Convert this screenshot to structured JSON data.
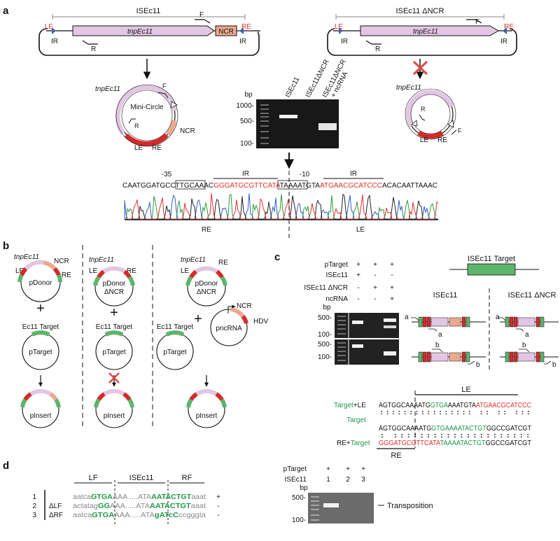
{
  "panels": {
    "a": "a",
    "b": "b",
    "c": "c",
    "d": "d"
  },
  "colors": {
    "transposase": "#e3c6e3",
    "ncr": "#eca98e",
    "end": "#d42a2a",
    "target": "#5bb56b",
    "ir_arrow": "#3f62a8"
  },
  "panel_a": {
    "isec11_title": "ISEc11",
    "dncr_title": "ISEc11 ΔNCR",
    "le": "LE",
    "re": "RE",
    "ir": "IR",
    "ncr": "NCR",
    "gene": "tnpEc11",
    "f": "F",
    "r": "R",
    "minicircle": "Mini-Circle",
    "gel_bp": "bp",
    "gel_ladder": [
      "1000-",
      "500-",
      "100-"
    ],
    "gel_lanes": [
      "ISEc11",
      "ISEc11ΔNCR",
      "ISEc11ΔNCR",
      "+ ncRNA"
    ],
    "box_35": "-35",
    "box_10": "-10",
    "seq": {
      "s1": "CAATGGATGC",
      "s2": "CTTGCA",
      "s3": "AAC",
      "s4": "GGGATGCGTTCATA",
      "s5": "TAAAAT",
      "s6": "GTA",
      "s7": "ATGAACGCATCCC",
      "s8": "ACACAATTAAAC"
    },
    "re_label": "RE",
    "le_label": "LE"
  },
  "panel_b": {
    "gene": "tnpEc11",
    "ncr": "NCR",
    "le": "LE",
    "re": "RE",
    "pdonor": "pDonor",
    "pdonor_dncr_1": "pDonor",
    "pdonor_dncr_2": "ΔNCR",
    "plus": "+",
    "ec11_target": "Ec11 Target",
    "ptarget": "pTarget",
    "pinsert": "pInsert",
    "pncrna": "pncRNA",
    "hdv": "HDV"
  },
  "panel_c": {
    "rows": [
      {
        "label": "pTarget",
        "marks": [
          "+",
          "+",
          "+"
        ]
      },
      {
        "label": "ISEc11",
        "marks": [
          "+",
          "-",
          "-"
        ]
      },
      {
        "label": "ISEc11 ΔNCR",
        "marks": [
          "-",
          "+",
          "+"
        ]
      },
      {
        "label": "ncRNA",
        "marks": [
          "-",
          "-",
          "+"
        ]
      }
    ],
    "bp": "bp",
    "ladder_top": [
      "500-",
      "100-"
    ],
    "ladder_bottom": [
      "500-",
      "100-"
    ],
    "target_box": "ISEc11 Target",
    "col_isec11": "ISEc11",
    "col_dncr": "ISEc11 ΔNCR",
    "a": "a",
    "b": "b",
    "le_header": "LE",
    "re_footer": "RE",
    "align": {
      "label1a": "Target",
      "label1b": "+LE",
      "l1_s1": "AGTGGCAAAATG",
      "l1_s2": "GTGA",
      "l1_s3": "AAATGTA",
      "l1_s4": "ATGAACGCATCCC",
      "m1": "::::::::::::::::  ::  ::  :::",
      "label2": "Target",
      "l2_s1": "AGTGGCAAAATG",
      "l2_s2": "GTGAAAATACTGT",
      "l2_s3": "GGCCGATCGT",
      "m2": "  :      :::::::::::::::::::::",
      "label3a": "RE+",
      "label3b": "Target",
      "l3_s1": "GGGATGCGTTCATA",
      "l3_s2": "TAAAATACTGT",
      "l3_s3": "GGCCGATCGT"
    }
  },
  "panel_d": {
    "lf": "LF",
    "isec11": "ISEc11",
    "rf": "RF",
    "rows": [
      {
        "num": "1",
        "label": "",
        "parts": [
          "aatca",
          "GTGA",
          "AAA.....ATA",
          "AATACTGT",
          "aaat"
        ],
        "result": "+"
      },
      {
        "num": "2",
        "label": "ΔLF",
        "parts": [
          "actatag",
          "GG",
          "AAA.....ATA",
          "AATACTGT",
          "aaat"
        ],
        "result": "-"
      },
      {
        "num": "3",
        "label": "ΔRF",
        "parts": [
          "aatca",
          "GTGA",
          "AAA.....ATA",
          "gATcC",
          "ccgggta"
        ],
        "result": "-"
      }
    ],
    "ptarget": "pTarget",
    "isec11_row": "ISEc11",
    "ptarget_marks": [
      "+",
      "+",
      "+"
    ],
    "lane_nums": [
      "1",
      "2",
      "3"
    ],
    "bp": "bp",
    "ladder": [
      "500-",
      "100-"
    ],
    "band_label": "Transposition"
  }
}
